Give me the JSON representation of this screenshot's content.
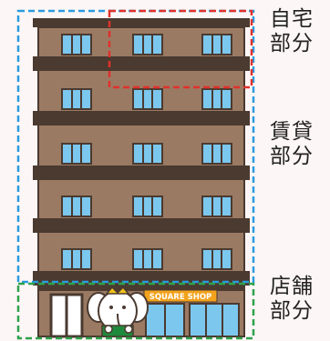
{
  "sections": {
    "home": {
      "line1": "自宅",
      "line2": "部分",
      "color": "#e0312c"
    },
    "rental": {
      "line1": "賃貸",
      "line2": "部分",
      "color": "#2a9be0"
    },
    "shop": {
      "line1": "店舗",
      "line2": "部分",
      "color": "#2ea24c"
    }
  },
  "shop_sign": {
    "text": "SQUARE SHOP",
    "color": "#f2a21c"
  },
  "building": {
    "wall_color": "#9b7a63",
    "ledge_color": "#4a3a30",
    "window_color": "#7cc7ee",
    "floors_with_windows": 5
  }
}
